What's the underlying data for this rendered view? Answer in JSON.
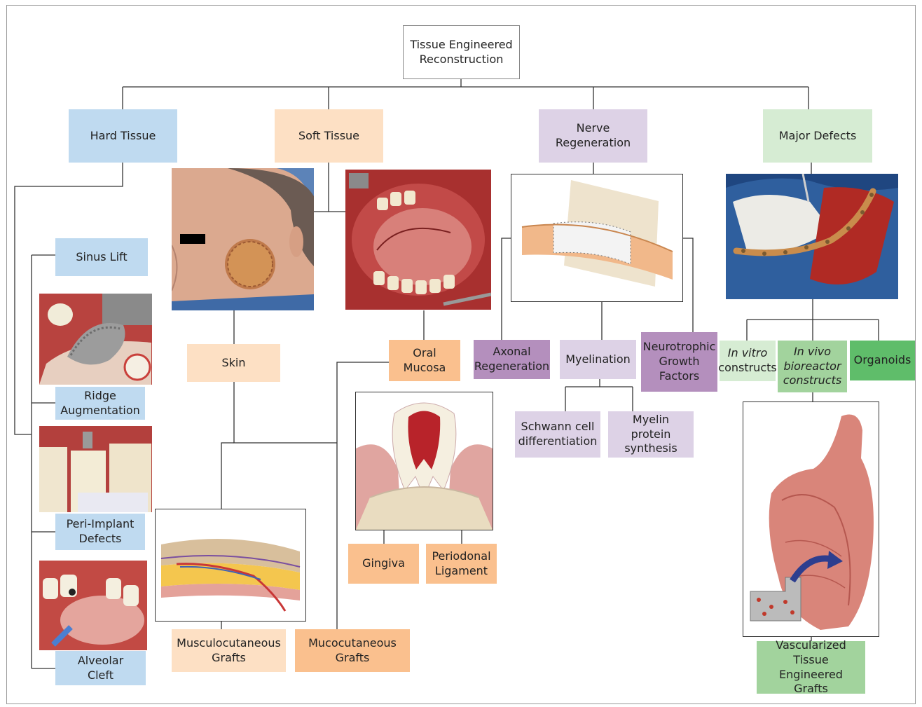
{
  "root": {
    "line1": "Tissue Engineered",
    "line2": "Reconstruction"
  },
  "categories": {
    "hard": "Hard Tissue",
    "soft": "Soft Tissue",
    "nerve": {
      "line1": "Nerve",
      "line2": "Regeneration"
    },
    "major": "Major Defects"
  },
  "hard_items": {
    "sinus": "Sinus Lift",
    "ridge": {
      "line1": "Ridge",
      "line2": "Augmentation"
    },
    "peri": {
      "line1": "Peri-Implant",
      "line2": "Defects"
    },
    "cleft": {
      "line1": "Alveolar",
      "line2": "Cleft"
    }
  },
  "soft_items": {
    "skin": "Skin",
    "oral": {
      "line1": "Oral",
      "line2": "Mucosa"
    },
    "gingiva": "Gingiva",
    "periodonal": {
      "line1": "Periodonal",
      "line2": "Ligament"
    },
    "musculo": {
      "line1": "Musculocutaneous",
      "line2": "Grafts"
    },
    "mucoc": {
      "line1": "Mucocutaneous",
      "line2": "Grafts"
    }
  },
  "nerve_items": {
    "axonal": {
      "line1": "Axonal",
      "line2": "Regeneration"
    },
    "myelination": "Myelination",
    "neuro": {
      "line1": "Neurotrophic",
      "line2": "Growth",
      "line3": "Factors"
    },
    "schwann": {
      "line1": "Schwann cell",
      "line2": "differentiation"
    },
    "myelin": {
      "line1": "Myelin protein",
      "line2": "synthesis"
    }
  },
  "major_items": {
    "invitro": {
      "line1": "In vitro",
      "line2": "constructs"
    },
    "invivo": {
      "line1": "In vivo",
      "line2": "bioreactor",
      "line3": "constructs"
    },
    "organoids": "Organoids",
    "vasc": {
      "line1": "Vascularized Tissue",
      "line2": "Engineered",
      "line3": "Grafts"
    }
  },
  "colors": {
    "hard": "#bfdaf0",
    "soft_light": "#fde0c4",
    "soft_dark": "#fac08e",
    "nerve_light": "#ddd2e6",
    "nerve_dark": "#b48fbd",
    "major_light": "#d6ecd3",
    "major_mid": "#a2d39d",
    "major_dark": "#5fbd6a"
  }
}
